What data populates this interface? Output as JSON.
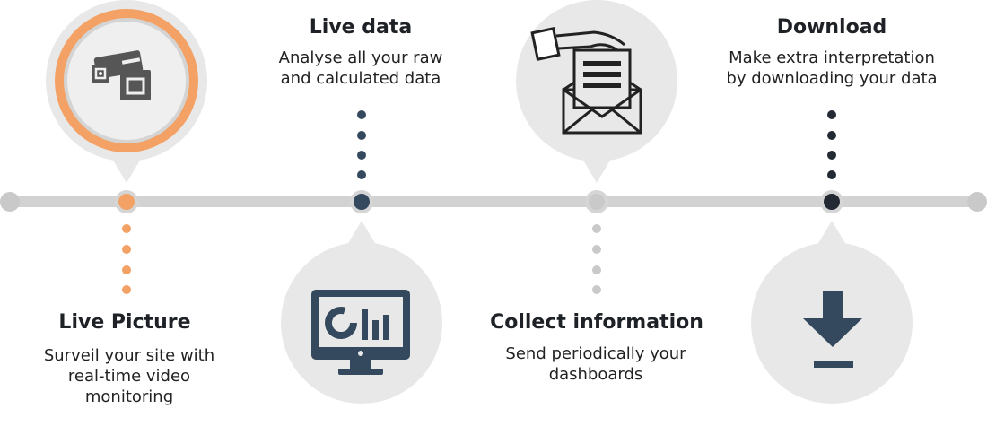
{
  "steps": [
    {
      "title": "Live Picture",
      "description": [
        "Surveil your site with",
        "real-time video",
        "monitoring"
      ],
      "icon": "cctv-camera-icon",
      "color": "#f3a164"
    },
    {
      "title": "Live data",
      "description": [
        "Analyse all your raw",
        "and calculated data"
      ],
      "icon": "monitor-dashboard-icon",
      "color": "#34495e"
    },
    {
      "title": "Collect information",
      "description": [
        "Send periodically your",
        "dashboards"
      ],
      "icon": "envelope-letter-icon",
      "color": "#c9c9c9"
    },
    {
      "title": "Download",
      "description": [
        "Make extra interpretation",
        "by downloading your data"
      ],
      "icon": "download-icon",
      "color": "#232a34"
    }
  ],
  "colors": {
    "track": "#d2d2d2",
    "bubble": "#e8e8e8",
    "accent": "#f3a164",
    "dark_blue": "#34495e",
    "gray": "#c9c9c9",
    "near_black": "#232a34"
  }
}
